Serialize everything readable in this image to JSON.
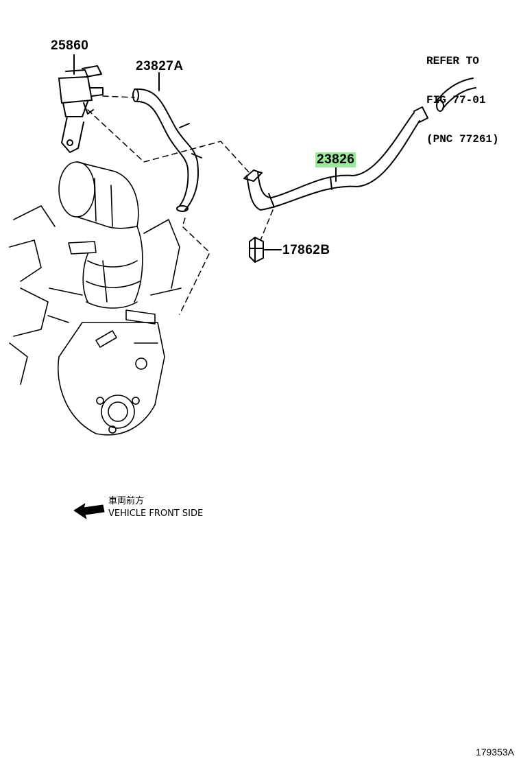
{
  "diagram": {
    "parts": {
      "p25860": "25860",
      "p23827a": "23827A",
      "p23826": "23826",
      "p17862b": "17862B"
    },
    "refer": {
      "line1": "REFER TO",
      "line2": "FIG 77-01",
      "line3": "(PNC 77261)"
    },
    "front": {
      "japanese": "車両前方",
      "english": "VEHICLE FRONT SIDE"
    },
    "figure_number": "179353A",
    "highlight_color": "#9be89b"
  }
}
